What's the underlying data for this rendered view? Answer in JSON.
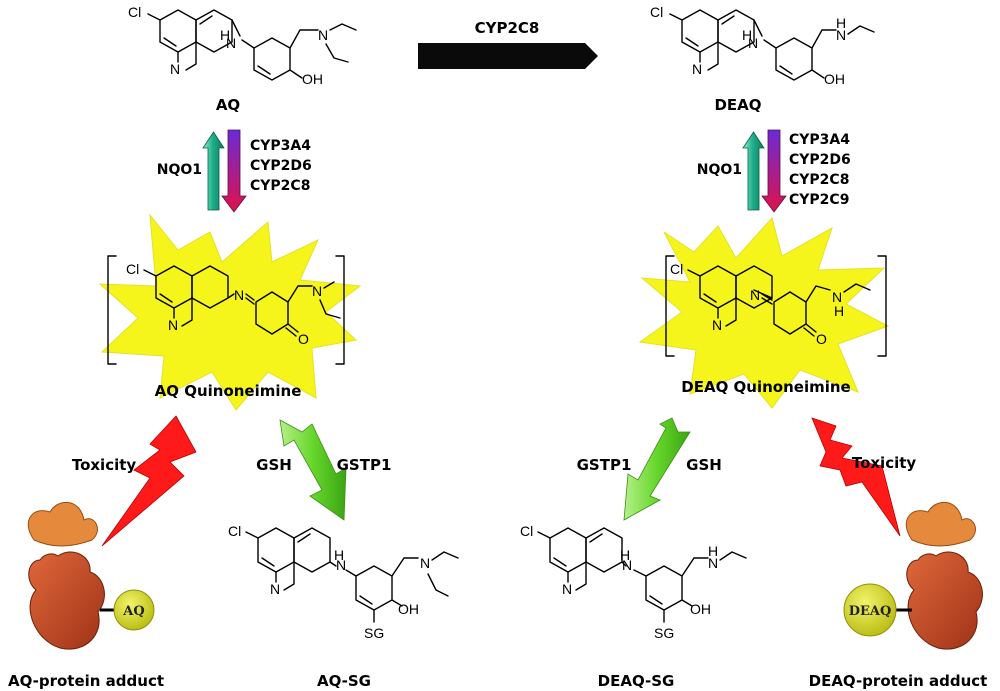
{
  "colors": {
    "cyp_arrow": "#0a0a0a",
    "up_arrow": "#1fb08a",
    "down_arrow_top": "#6a2bd6",
    "down_arrow_bottom": "#e0124a",
    "burst": "#f5f51c",
    "lightning": "#ff1a1a",
    "green_arrow": "#66d62a",
    "protein": "#c8502d",
    "protein_cap": "#e58a3c",
    "adduct_ball": "#d8dc2e"
  },
  "top_enzyme": "CYP2C8",
  "left": {
    "compound": "AQ",
    "reducer": "NQO1",
    "oxidizers": [
      "CYP3A4",
      "CYP2D6",
      "CYP2C8"
    ],
    "quinoneimine": "AQ Quinoneimine",
    "toxicity": "Toxicity",
    "gsh": "GSH",
    "gstp": "GSTP1",
    "adduct_tag": "AQ",
    "adduct_label": "AQ-protein adduct",
    "conjugate_label": "AQ-SG"
  },
  "right": {
    "compound": "DEAQ",
    "reducer": "NQO1",
    "oxidizers": [
      "CYP3A4",
      "CYP2D6",
      "CYP2C8",
      "CYP2C9"
    ],
    "quinoneimine": "DEAQ Quinoneimine",
    "toxicity": "Toxicity",
    "gsh": "GSH",
    "gstp": "GSTP1",
    "adduct_tag": "DEAQ",
    "adduct_label": "DEAQ-protein adduct",
    "conjugate_label": "DEAQ-SG"
  },
  "atoms": {
    "cl": "Cl",
    "n": "N",
    "nh": "H",
    "oh": "OH",
    "o": "O",
    "sg": "SG"
  }
}
